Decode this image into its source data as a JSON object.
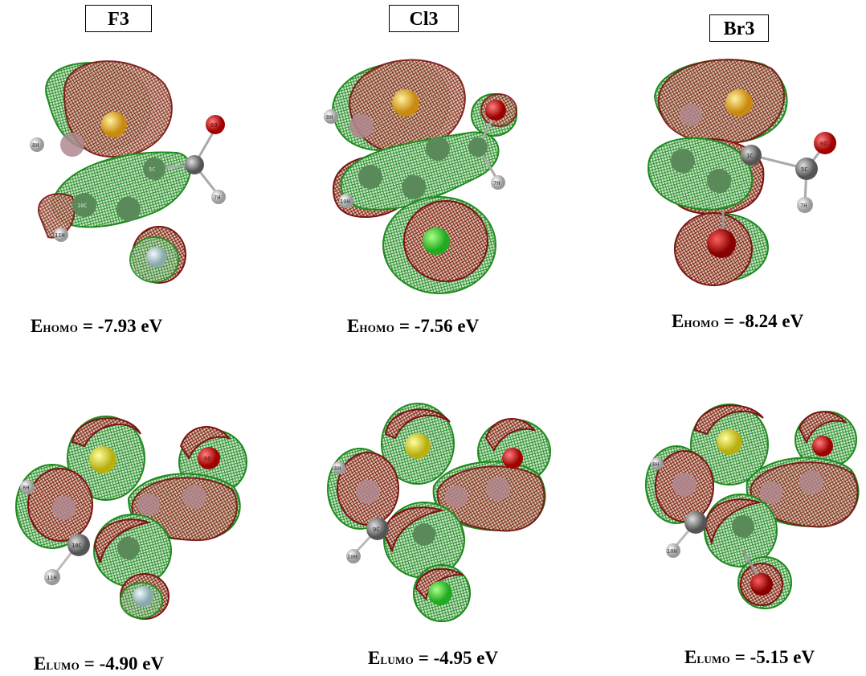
{
  "columns": [
    {
      "title": "F3",
      "homo": {
        "label": "E",
        "sub": "HOMO",
        "value": "= -7.93 eV"
      },
      "lumo": {
        "label": "E",
        "sub": "LUMO",
        "value": "= -4.90 eV"
      }
    },
    {
      "title": "Cl3",
      "homo": {
        "label": "E",
        "sub": "HOMO",
        "value": "= -7.56 eV"
      },
      "lumo": {
        "label": "E",
        "sub": "LUMO",
        "value": "= -4.95 eV"
      }
    },
    {
      "title": "Br3",
      "homo": {
        "label": "E",
        "sub": "HOMO",
        "value": "= -8.24 eV"
      },
      "lumo": {
        "label": "E",
        "sub": "LUMO",
        "value": "= -5.15 eV"
      }
    }
  ],
  "atom_labels": {
    "f3_homo": [
      "8H",
      "5C",
      "6O",
      "7H",
      "10C",
      "11H"
    ],
    "cl3_homo": [
      "8H",
      "10H",
      "7H"
    ],
    "br3_homo": [
      "1C",
      "5C",
      "6O",
      "7H"
    ],
    "f3_lumo": [
      "8H",
      "6O",
      "10C",
      "11H"
    ],
    "cl3_lumo": [
      "8H",
      "9C",
      "10H"
    ],
    "br3_lumo": [
      "8H",
      "10H"
    ]
  },
  "colors": {
    "positive_lobe": "#1e8a1e",
    "negative_lobe": "#7a1414",
    "sulfur": "#e0a020",
    "oxygen": "#dd1111",
    "halogen_F": "#b8c8d0",
    "halogen_Cl": "#33cc33",
    "halogen_Br": "#aa1111",
    "carbon": "#888888",
    "hydrogen": "#e8e8e8"
  }
}
